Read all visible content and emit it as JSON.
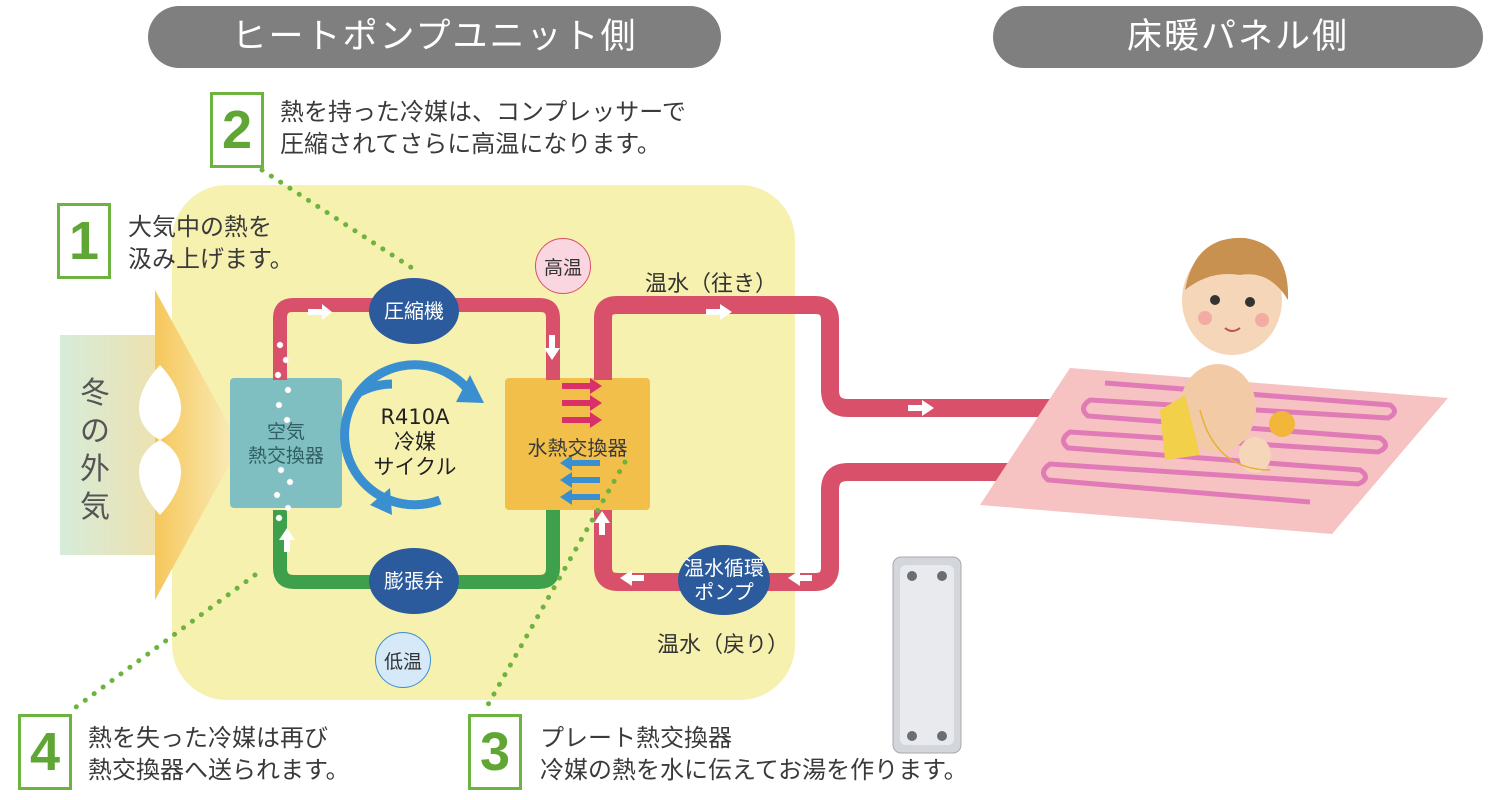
{
  "headers": {
    "heat_pump_side": "ヒートポンプユニット側",
    "floor_panel_side": "床暖パネル側"
  },
  "steps": [
    {
      "number": "1",
      "line1": "大気中の熱を",
      "line2": "汲み上げます。"
    },
    {
      "number": "2",
      "line1": "熱を持った冷媒は、コンプレッサーで",
      "line2": "圧縮されてさらに高温になります。"
    },
    {
      "number": "3",
      "line1": "プレート熱交換器",
      "line2": "冷媒の熱を水に伝えてお湯を作ります。"
    },
    {
      "number": "4",
      "line1": "熱を失った冷媒は再び",
      "line2": "熱交換器へ送られます。"
    }
  ],
  "components": {
    "compressor": "圧縮機",
    "expansion_valve": "膨張弁",
    "pump_line1": "温水循環",
    "pump_line2": "ポンプ",
    "air_hx_line1": "空気",
    "air_hx_line2": "熱交換器",
    "water_hx": "水熱交換器",
    "cycle_line1": "R410A",
    "cycle_line2": "冷媒",
    "cycle_line3": "サイクル"
  },
  "labels": {
    "high_temp": "高温",
    "low_temp": "低温",
    "hot_water_out": "温水（往き）",
    "hot_water_return": "温水（戻り）",
    "winter_air": "冬の外気"
  },
  "colors": {
    "pipe_hot": "#d9506a",
    "pipe_cold": "#3fa04c",
    "unit_bg": "#f7f1b0",
    "compressor": "#2b5b9c",
    "step_green": "#6db33f",
    "header_grey": "#7f7f80"
  },
  "icons": {
    "fan": "fan-icon",
    "baby": "baby-illustration",
    "plate_hx": "plate-heat-exchanger-image"
  }
}
